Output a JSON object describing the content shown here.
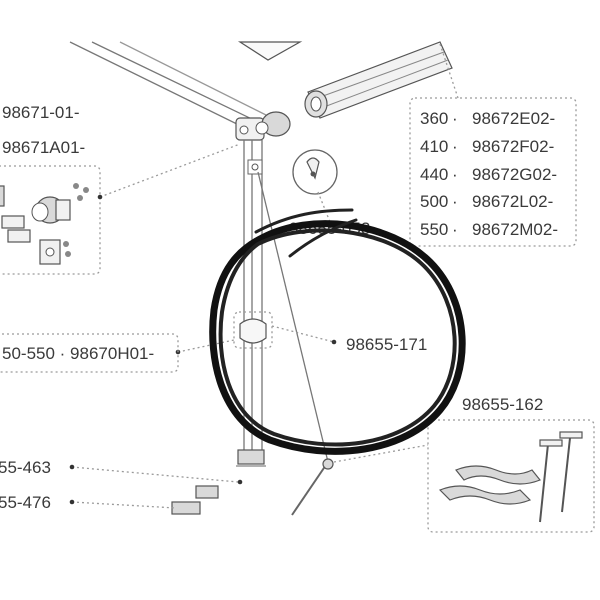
{
  "labels": {
    "tl1": "98671-01-",
    "tl2": "98671A01-",
    "mid_left": "50-550 · 98670H01-",
    "bl1": "55-463",
    "bl2": "55-476",
    "center": "98655-171",
    "top_partial": "98655-053",
    "bottom_right": "98655-162"
  },
  "length_table": [
    {
      "size": "360",
      "code": "98672E02-"
    },
    {
      "size": "410",
      "code": "98672F02-"
    },
    {
      "size": "440",
      "code": "98672G02-"
    },
    {
      "size": "500",
      "code": "98672L02-"
    },
    {
      "size": "550",
      "code": "98672M02-"
    }
  ],
  "colors": {
    "ink": "#3a3a3a",
    "marker_circle": "#111111"
  }
}
